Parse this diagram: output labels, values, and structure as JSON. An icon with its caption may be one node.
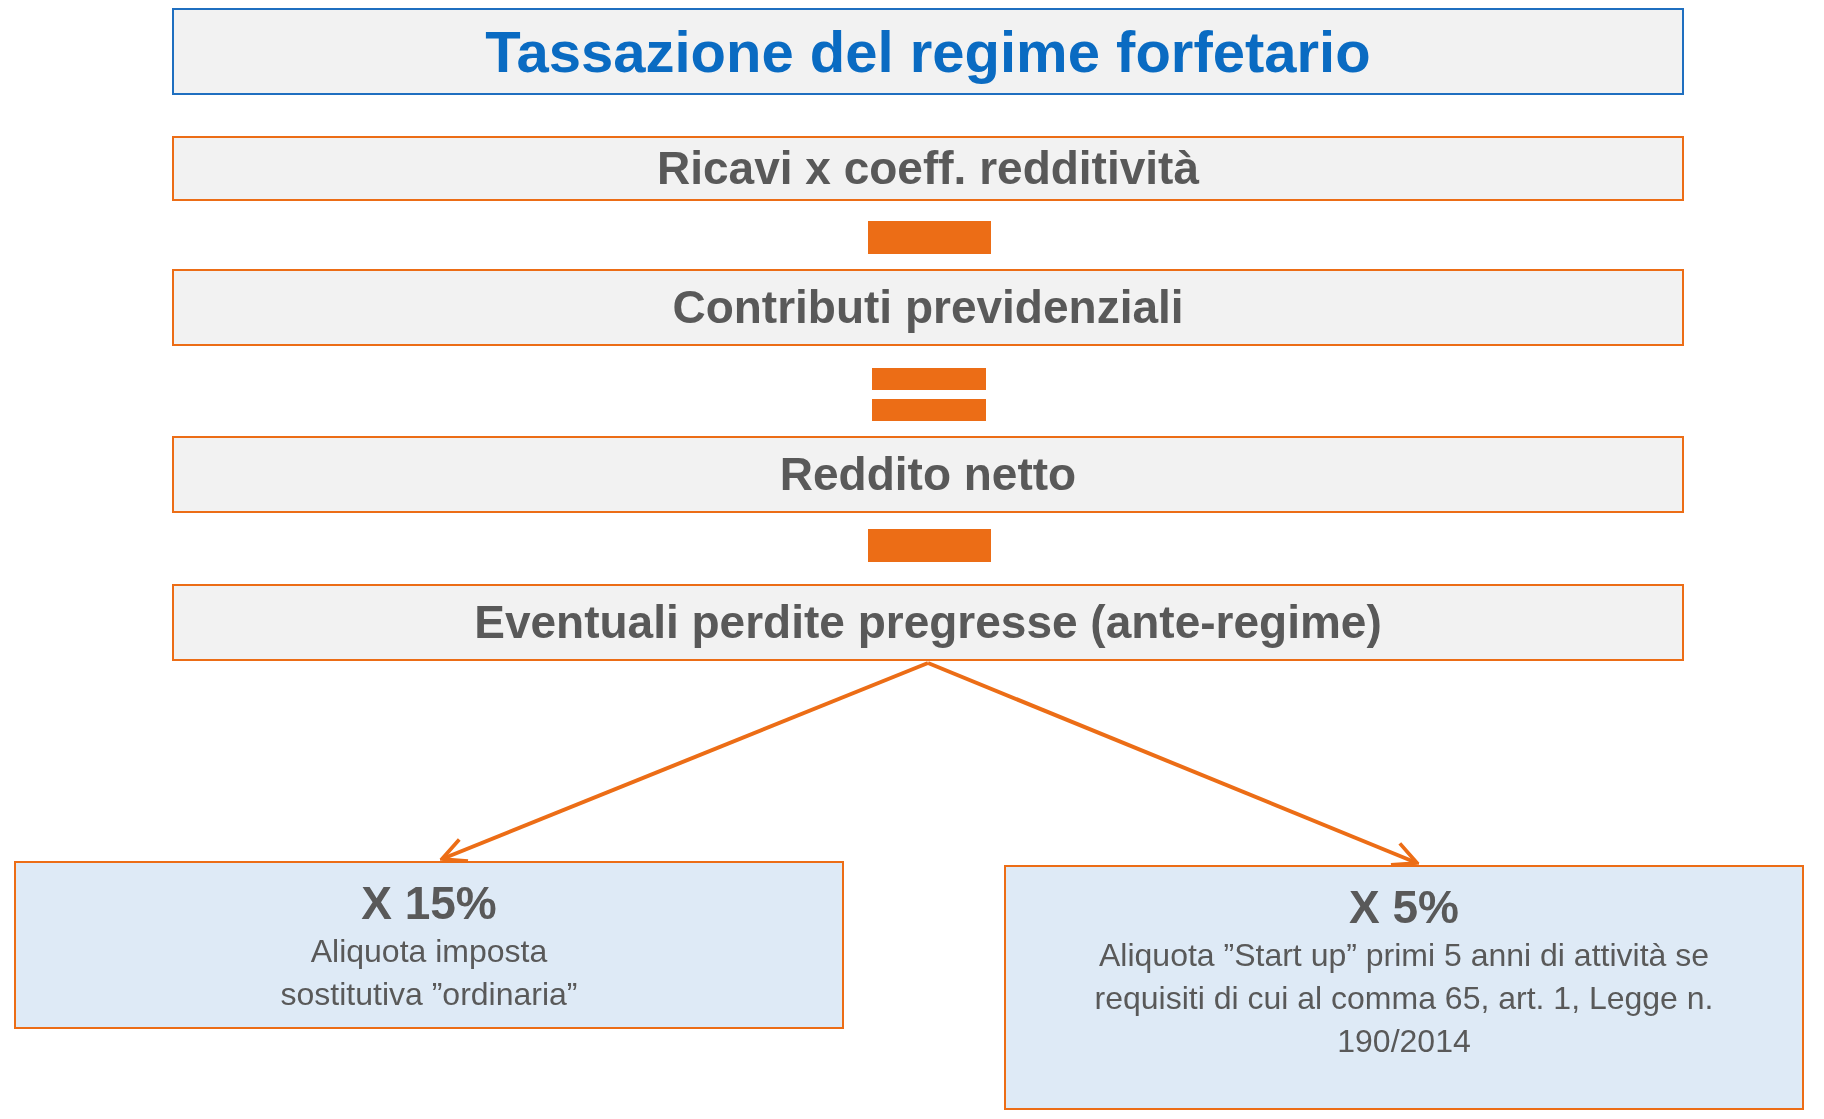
{
  "diagram": {
    "title": "Tassazione del regime forfetario",
    "nodes": [
      {
        "text": [
          "Ricavi x coeff. redditività"
        ]
      },
      {
        "text": [
          "Contributi previdenziali"
        ]
      },
      {
        "text": [
          "Reddito netto"
        ]
      },
      {
        "text": [
          "Eventuali perdite pregresse (ante-regime)"
        ]
      },
      {
        "text": [
          "X 15%",
          "Aliquota imposta sostitutiva ”ordinaria”"
        ]
      },
      {
        "text": [
          "X 5%",
          "Aliquota ”Start up” primi 5 anni di attività se requisiti di cui al comma 65, art. 1, Legge n. 190/2014"
        ]
      }
    ],
    "edges": [
      {
        "from": 3,
        "to": 4,
        "arrow": "to"
      },
      {
        "from": 3,
        "to": 5,
        "arrow": "to"
      }
    ]
  }
}
